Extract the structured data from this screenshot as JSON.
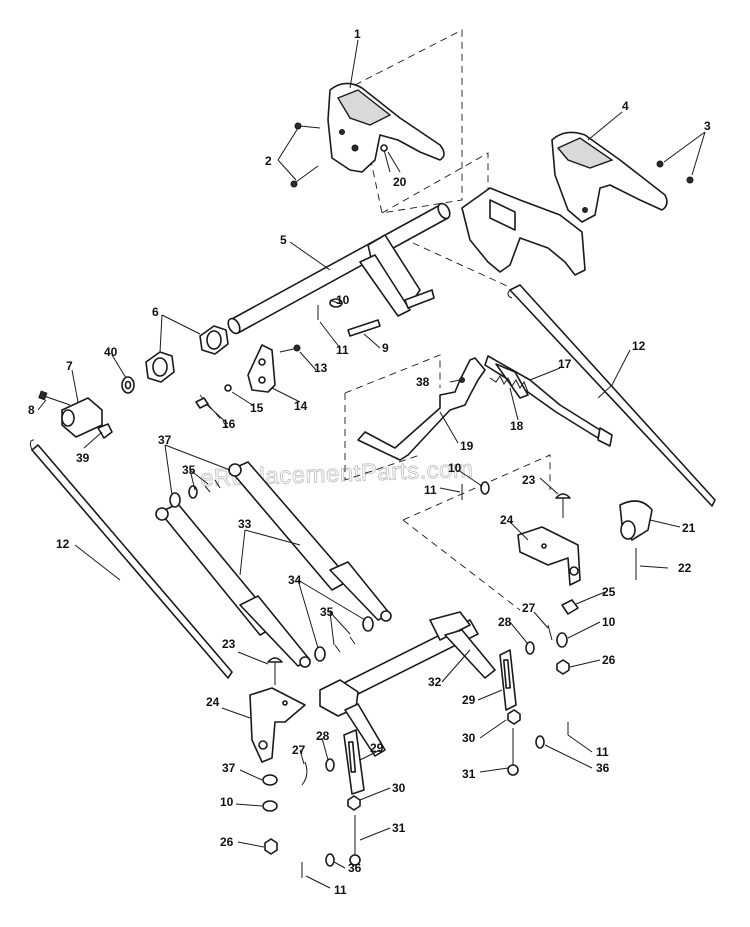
{
  "watermark": "eReplacementParts.com",
  "callouts": {
    "c1": "1",
    "c2": "2",
    "c20": "20",
    "c4": "4",
    "c3": "3",
    "c5": "5",
    "c6": "6",
    "c40": "40",
    "c7": "7",
    "c8": "8",
    "c39": "39",
    "c13": "13",
    "c14": "14",
    "c15": "15",
    "c16": "16",
    "c10a": "10",
    "c11a": "11",
    "c9": "9",
    "c12a": "12",
    "c38": "38",
    "c17": "17",
    "c18": "18",
    "c19": "19",
    "c37a": "37",
    "c35a": "35",
    "c33": "33",
    "c12b": "12",
    "c10b": "10",
    "c11b": "11",
    "c23a": "23",
    "c24a": "24",
    "c21": "21",
    "c22": "22",
    "c34": "34",
    "c35b": "35",
    "c25": "25",
    "c27a": "27",
    "c28a": "28",
    "c10c": "10",
    "c26a": "26",
    "c32": "32",
    "c29a": "29",
    "c30a": "30",
    "c11c": "11",
    "c31a": "31",
    "c36a": "36",
    "c23b": "23",
    "c24b": "24",
    "c28b": "28",
    "c27b": "27",
    "c29b": "29",
    "c37b": "37",
    "c30b": "30",
    "c10d": "10",
    "c31b": "31",
    "c26b": "26",
    "c36b": "36",
    "c11d": "11"
  }
}
